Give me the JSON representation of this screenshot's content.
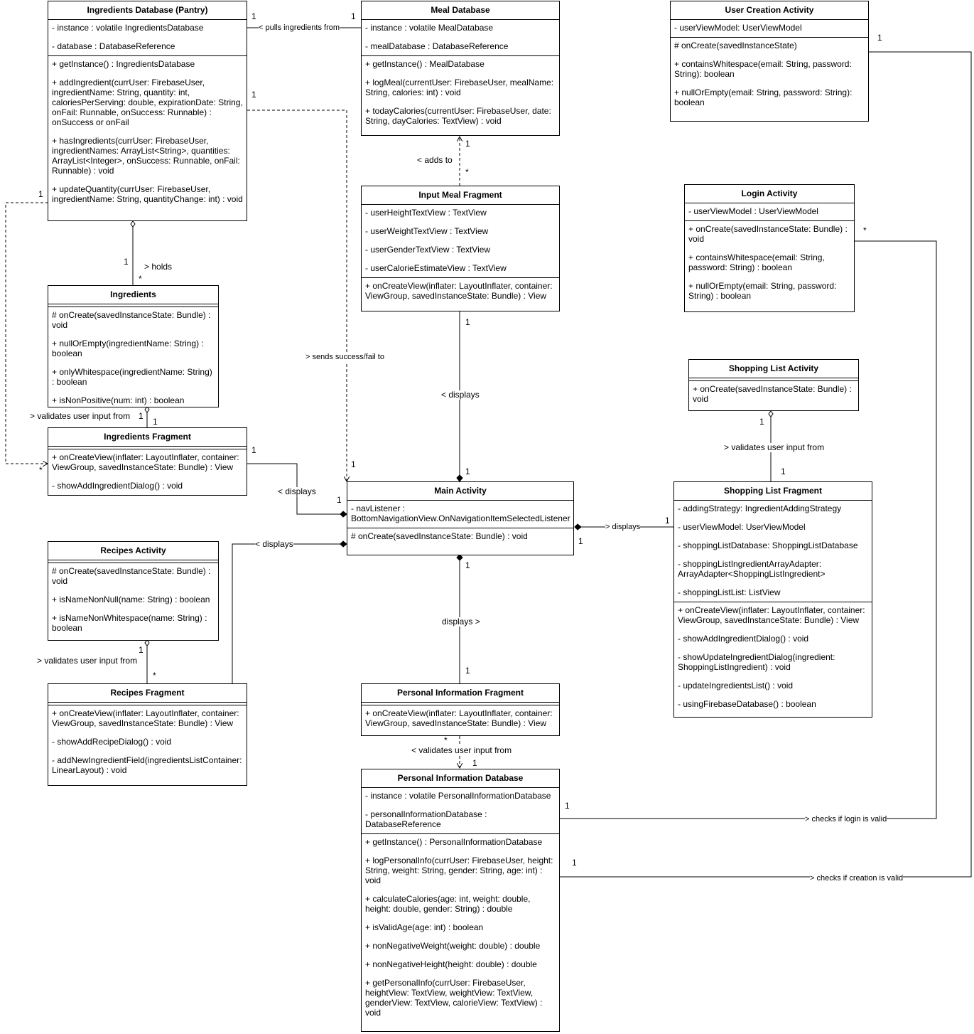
{
  "classes": {
    "ingredients_db": {
      "title": "Ingredients Database (Pantry)",
      "attributes": [
        "- instance : volatile IngredientsDatabase",
        "- database : DatabaseReference"
      ],
      "methods": [
        "+ getInstance() : IngredientsDatabase",
        "+ addIngredient(currUser: FirebaseUser, ingredientName: String, quantity: int, caloriesPerServing: double, expirationDate: String, onFail: Runnable, onSuccess: Runnable) : onSuccess or onFail",
        "+ hasIngredients(currUser: FirebaseUser, ingredientNames: ArrayList<String>, quantities: ArrayList<Integer>, onSuccess: Runnable, onFail: Runnable) : void",
        "+ updateQuantity(currUser: FirebaseUser, ingredientName: String, quantityChange: int) : void"
      ]
    },
    "meal_db": {
      "title": "Meal Database",
      "attributes": [
        "- instance : volatile MealDatabase",
        "- mealDatabase : DatabaseReference"
      ],
      "methods": [
        "+ getInstance() : MealDatabase",
        "+ logMeal(currentUser: FirebaseUser, mealName: String, calories: int) : void",
        "+ todayCalories(currentUser: FirebaseUser, date: String, dayCalories: TextView) : void"
      ]
    },
    "user_creation": {
      "title": "User Creation Activity",
      "attributes": [
        "- userViewModel: UserViewModel"
      ],
      "methods": [
        "# onCreate(savedInstanceState)",
        "+ containsWhitespace(email: String, password: String): boolean",
        "+ nullOrEmpty(email: String, password: String): boolean"
      ]
    },
    "input_meal": {
      "title": "Input Meal Fragment",
      "attributes": [
        "- userHeightTextView : TextView",
        "- userWeightTextView : TextView",
        "- userGenderTextView : TextView",
        "- userCalorieEstimateView : TextView"
      ],
      "methods": [
        "+ onCreateView(inflater: LayoutInflater, container: ViewGroup, savedInstanceState: Bundle) : View"
      ]
    },
    "login": {
      "title": "Login Activity",
      "attributes": [
        "- userViewModel : UserViewModel"
      ],
      "methods": [
        "+ onCreate(savedInstanceState: Bundle) : void",
        "+ containsWhitespace(email: String, password: String) : boolean",
        "+ nullOrEmpty(email: String, password: String) : boolean"
      ]
    },
    "ingredients": {
      "title": "Ingredients",
      "attributes": [],
      "methods": [
        "# onCreate(savedInstanceState: Bundle) : void",
        "+ nullOrEmpty(ingredientName: String) : boolean",
        "+ onlyWhitespace(ingredientName: String) : boolean",
        "+ isNonPositive(num: int) : boolean"
      ]
    },
    "shopping_activity": {
      "title": "Shopping List Activity",
      "attributes": [],
      "methods": [
        "+ onCreate(savedInstanceState: Bundle) : void"
      ]
    },
    "ingredients_fragment": {
      "title": "Ingredients Fragment",
      "attributes": [],
      "methods": [
        "+ onCreateView(inflater: LayoutInflater, container: ViewGroup, savedInstanceState: Bundle) : View",
        "- showAddIngredientDialog() : void"
      ]
    },
    "main_activity": {
      "title": "Main Activity",
      "attributes": [
        "- navListener : BottomNavigationView.OnNavigationItemSelectedListener"
      ],
      "methods": [
        "# onCreate(savedInstanceState: Bundle) : void"
      ]
    },
    "shopping_fragment": {
      "title": "Shopping List Fragment",
      "attributes": [
        "- addingStrategy: IngredientAddingStrategy",
        "- userViewModel: UserViewModel",
        "- shoppingListDatabase: ShoppingListDatabase",
        "- shoppingListIngredientArrayAdapter: ArrayAdapter<ShoppingListIngredient>",
        "- shoppingListList: ListView"
      ],
      "methods": [
        "+ onCreateView(inflater: LayoutInflater, container: ViewGroup, savedInstanceState: Bundle) : View",
        "- showAddIngredientDialog() : void",
        "- showUpdateIngredientDialog(ingredient: ShoppingListIngredient) : void",
        "- updateIngredientsList() : void",
        "- usingFirebaseDatabase() : boolean"
      ]
    },
    "recipes_activity": {
      "title": "Recipes Activity",
      "attributes": [],
      "methods": [
        "# onCreate(savedInstanceState: Bundle) : void",
        "+ isNameNonNull(name: String) : boolean",
        "+ isNameNonWhitespace(name: String) : boolean"
      ]
    },
    "recipes_fragment": {
      "title": "Recipes Fragment",
      "attributes": [],
      "methods": [
        "+ onCreateView(inflater: LayoutInflater, container: ViewGroup, savedInstanceState: Bundle) : View",
        "- showAddRecipeDialog() : void",
        "- addNewIngredientField(ingredientsListContainer: LinearLayout) : void"
      ]
    },
    "personal_fragment": {
      "title": "Personal Information Fragment",
      "attributes": [],
      "methods": [
        "+ onCreateView(inflater: LayoutInflater, container: ViewGroup, savedInstanceState: Bundle) : View"
      ]
    },
    "personal_db": {
      "title": "Personal Information Database",
      "attributes": [
        "- instance : volatile PersonalInformationDatabase",
        "- personalInformationDatabase : DatabaseReference"
      ],
      "methods": [
        "+ getInstance() : PersonalInformationDatabase",
        "+ logPersonalInfo(currUser: FirebaseUser, height: String, weight: String, gender: String, age: int) : void",
        "+ calculateCalories(age: int, weight: double, height: double, gender: String) : double",
        "+ isValidAge(age: int) : boolean",
        "+ nonNegativeWeight(weight: double) : double",
        "+ nonNegativeHeight(height: double) : double",
        "+ getPersonalInfo(currUser: FirebaseUser, heightView: TextView, weightView: TextView, genderView: TextView, calorieView: TextView) : void"
      ]
    }
  },
  "labels": {
    "pulls": "< pulls ingredients from",
    "adds_to": "< adds to",
    "holds": "> holds",
    "sends": "> sends success/fail to",
    "displays_input_meal": "< displays",
    "validates_ingredients": "> validates user input from",
    "validates_shopping": "> validates user input from",
    "displays_ingredients_fragment": "< displays",
    "displays_shopping": "> displays",
    "displays_recipes": "< displays",
    "displays_personal": "displays >",
    "validates_recipes": "> validates user input from",
    "validates_personal": "< validates user input from",
    "checks_login": "> checks if login is valid",
    "checks_creation": "> checks if creation is valid"
  },
  "multiplicities": {
    "m1": "1",
    "m2": "1",
    "m3": "1",
    "m4": "1",
    "m5": "*",
    "m6": "1",
    "m7": "1",
    "m8": "*",
    "m9": "1",
    "m10": "1",
    "m11": "1",
    "m12": "*",
    "m13": "1",
    "m14": "1",
    "m15": "1",
    "m16": "1",
    "m17": "1",
    "m18": "1",
    "m19": "1",
    "m20": "1",
    "m21": "1",
    "m22": "1",
    "m23": "1",
    "m24": "*",
    "m25": "*",
    "m26": "1",
    "m27": "1",
    "m28": "1",
    "m29": "*",
    "m30": "1",
    "m31": "1",
    "m32": "*"
  }
}
